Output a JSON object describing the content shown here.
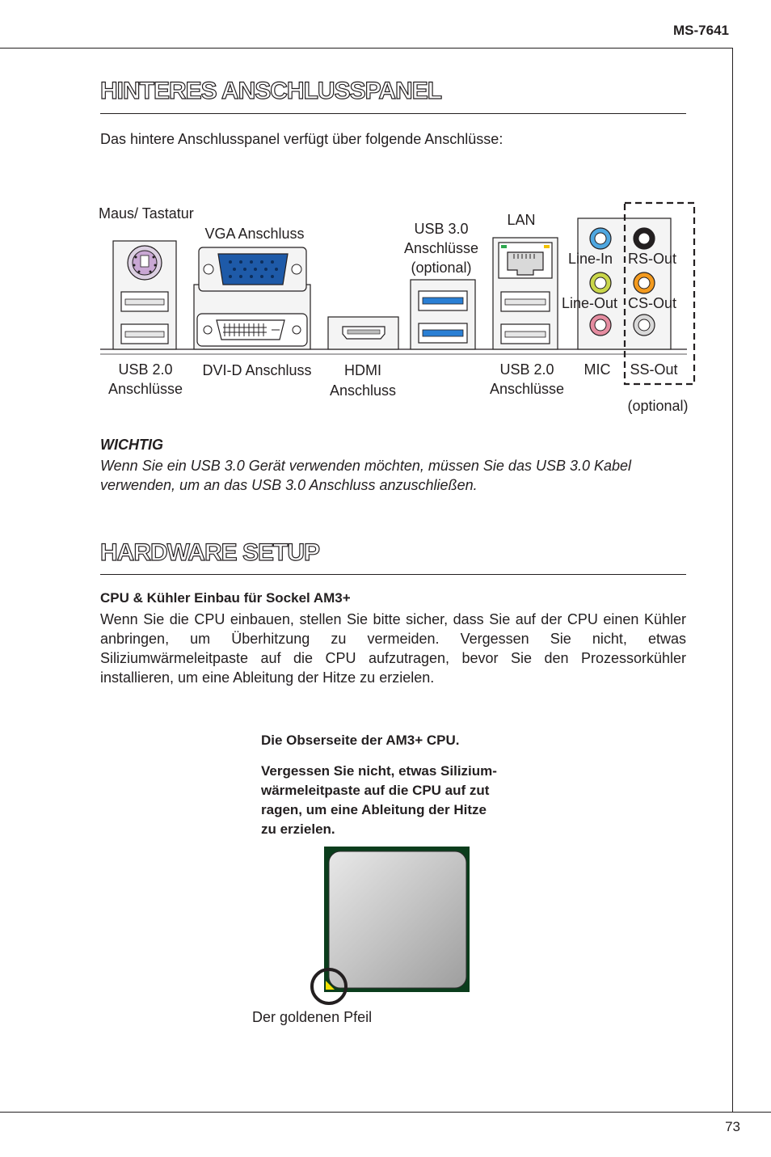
{
  "header": {
    "model": "MS-7641"
  },
  "footer": {
    "page_number": "73"
  },
  "section1": {
    "title": "Hinteres Anschlusspanel",
    "intro": "Das hintere Anschlusspanel verfügt über folgende Anschlüsse:",
    "labels": {
      "ps2": "Maus/ Tastatur",
      "vga": "VGA Anschluss",
      "usb3_l1": "USB 3.0",
      "usb3_l2": "Anschlüsse",
      "usb3_l3": "(optional)",
      "lan": "LAN",
      "line_in": "Line-In",
      "rs_out": "RS-Out",
      "line_out": "Line-Out",
      "cs_out": "CS-Out",
      "usb2a_l1": "USB 2.0",
      "usb2a_l2": "Anschlüsse",
      "dvi": "DVI-D Anschluss",
      "hdmi_l1": "HDMI",
      "hdmi_l2": "Anschluss",
      "usb2b_l1": "USB 2.0",
      "usb2b_l2": "Anschlüsse",
      "mic": "MIC",
      "ss_out": "SS-Out",
      "optional": "(optional)"
    },
    "note": {
      "title": "WICHTIG",
      "text": "Wenn Sie ein USB 3.0 Gerät verwenden möchten, müssen Sie das USB 3.0 Kabel verwenden, um an das USB 3.0 Anschluss anzuschließen."
    }
  },
  "section2": {
    "title": "Hardware Setup",
    "subtitle": "CPU & Kühler Einbau für Sockel AM3+",
    "body": "Wenn Sie die CPU einbauen, stellen Sie bitte sicher, dass Sie auf der CPU einen Kühler anbringen, um Überhitzung zu vermeiden. Vergessen Sie nicht, etwas Siliziumwärmeleitpaste auf die CPU aufzutragen, bevor Sie den Prozessorkühler installieren, um eine Ableitung der Hitze zu erzielen.",
    "cpu_caption1": "Die Obserseite der AM3+ CPU.",
    "cpu_caption2_l1": "Vergessen Sie nicht, etwas Silizium-",
    "cpu_caption2_l2": "wärmeleitpaste auf die CPU auf zut",
    "cpu_caption2_l3": "ragen, um eine Ableitung der Hitze",
    "cpu_caption2_l4": "zu erzielen.",
    "arrow_label": "Der goldenen Pfeil"
  },
  "colors": {
    "vga_blue": "#1e5aa8",
    "usb3_blue": "#2a7fd4",
    "ps2_purple": "#c9a7d4",
    "line_in": "#4fa7e0",
    "line_out": "#c9d64a",
    "mic": "#e58ca0",
    "rs_out": "#231f20",
    "cs_out": "#f39a1e",
    "ss_out": "#d9d9d9",
    "cpu_green": "#0b3d1c",
    "cpu_gold": "#f2e000"
  }
}
